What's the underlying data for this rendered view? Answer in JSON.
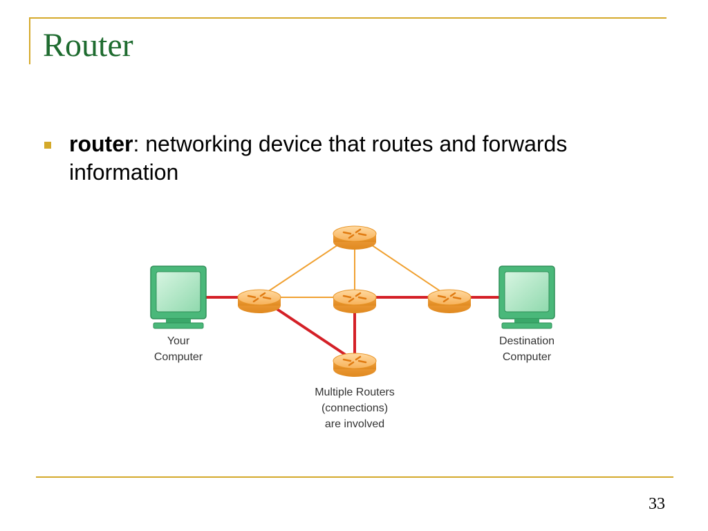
{
  "slide": {
    "title": "Router",
    "bullet_term": "router",
    "bullet_rest": ": networking device that routes and forwards information",
    "page_number": "33"
  },
  "diagram": {
    "your_computer_line1": "Your",
    "your_computer_line2": "Computer",
    "destination_line1": "Destination",
    "destination_line2": "Computer",
    "routers_line1": "Multiple Routers",
    "routers_line2": "(connections)",
    "routers_line3": "are involved"
  },
  "colors": {
    "accent_gold": "#d4a92a",
    "title_green": "#1e6b2f",
    "route_red": "#d42027",
    "link_orange": "#f0a030",
    "monitor_green": "#3aa86a"
  }
}
